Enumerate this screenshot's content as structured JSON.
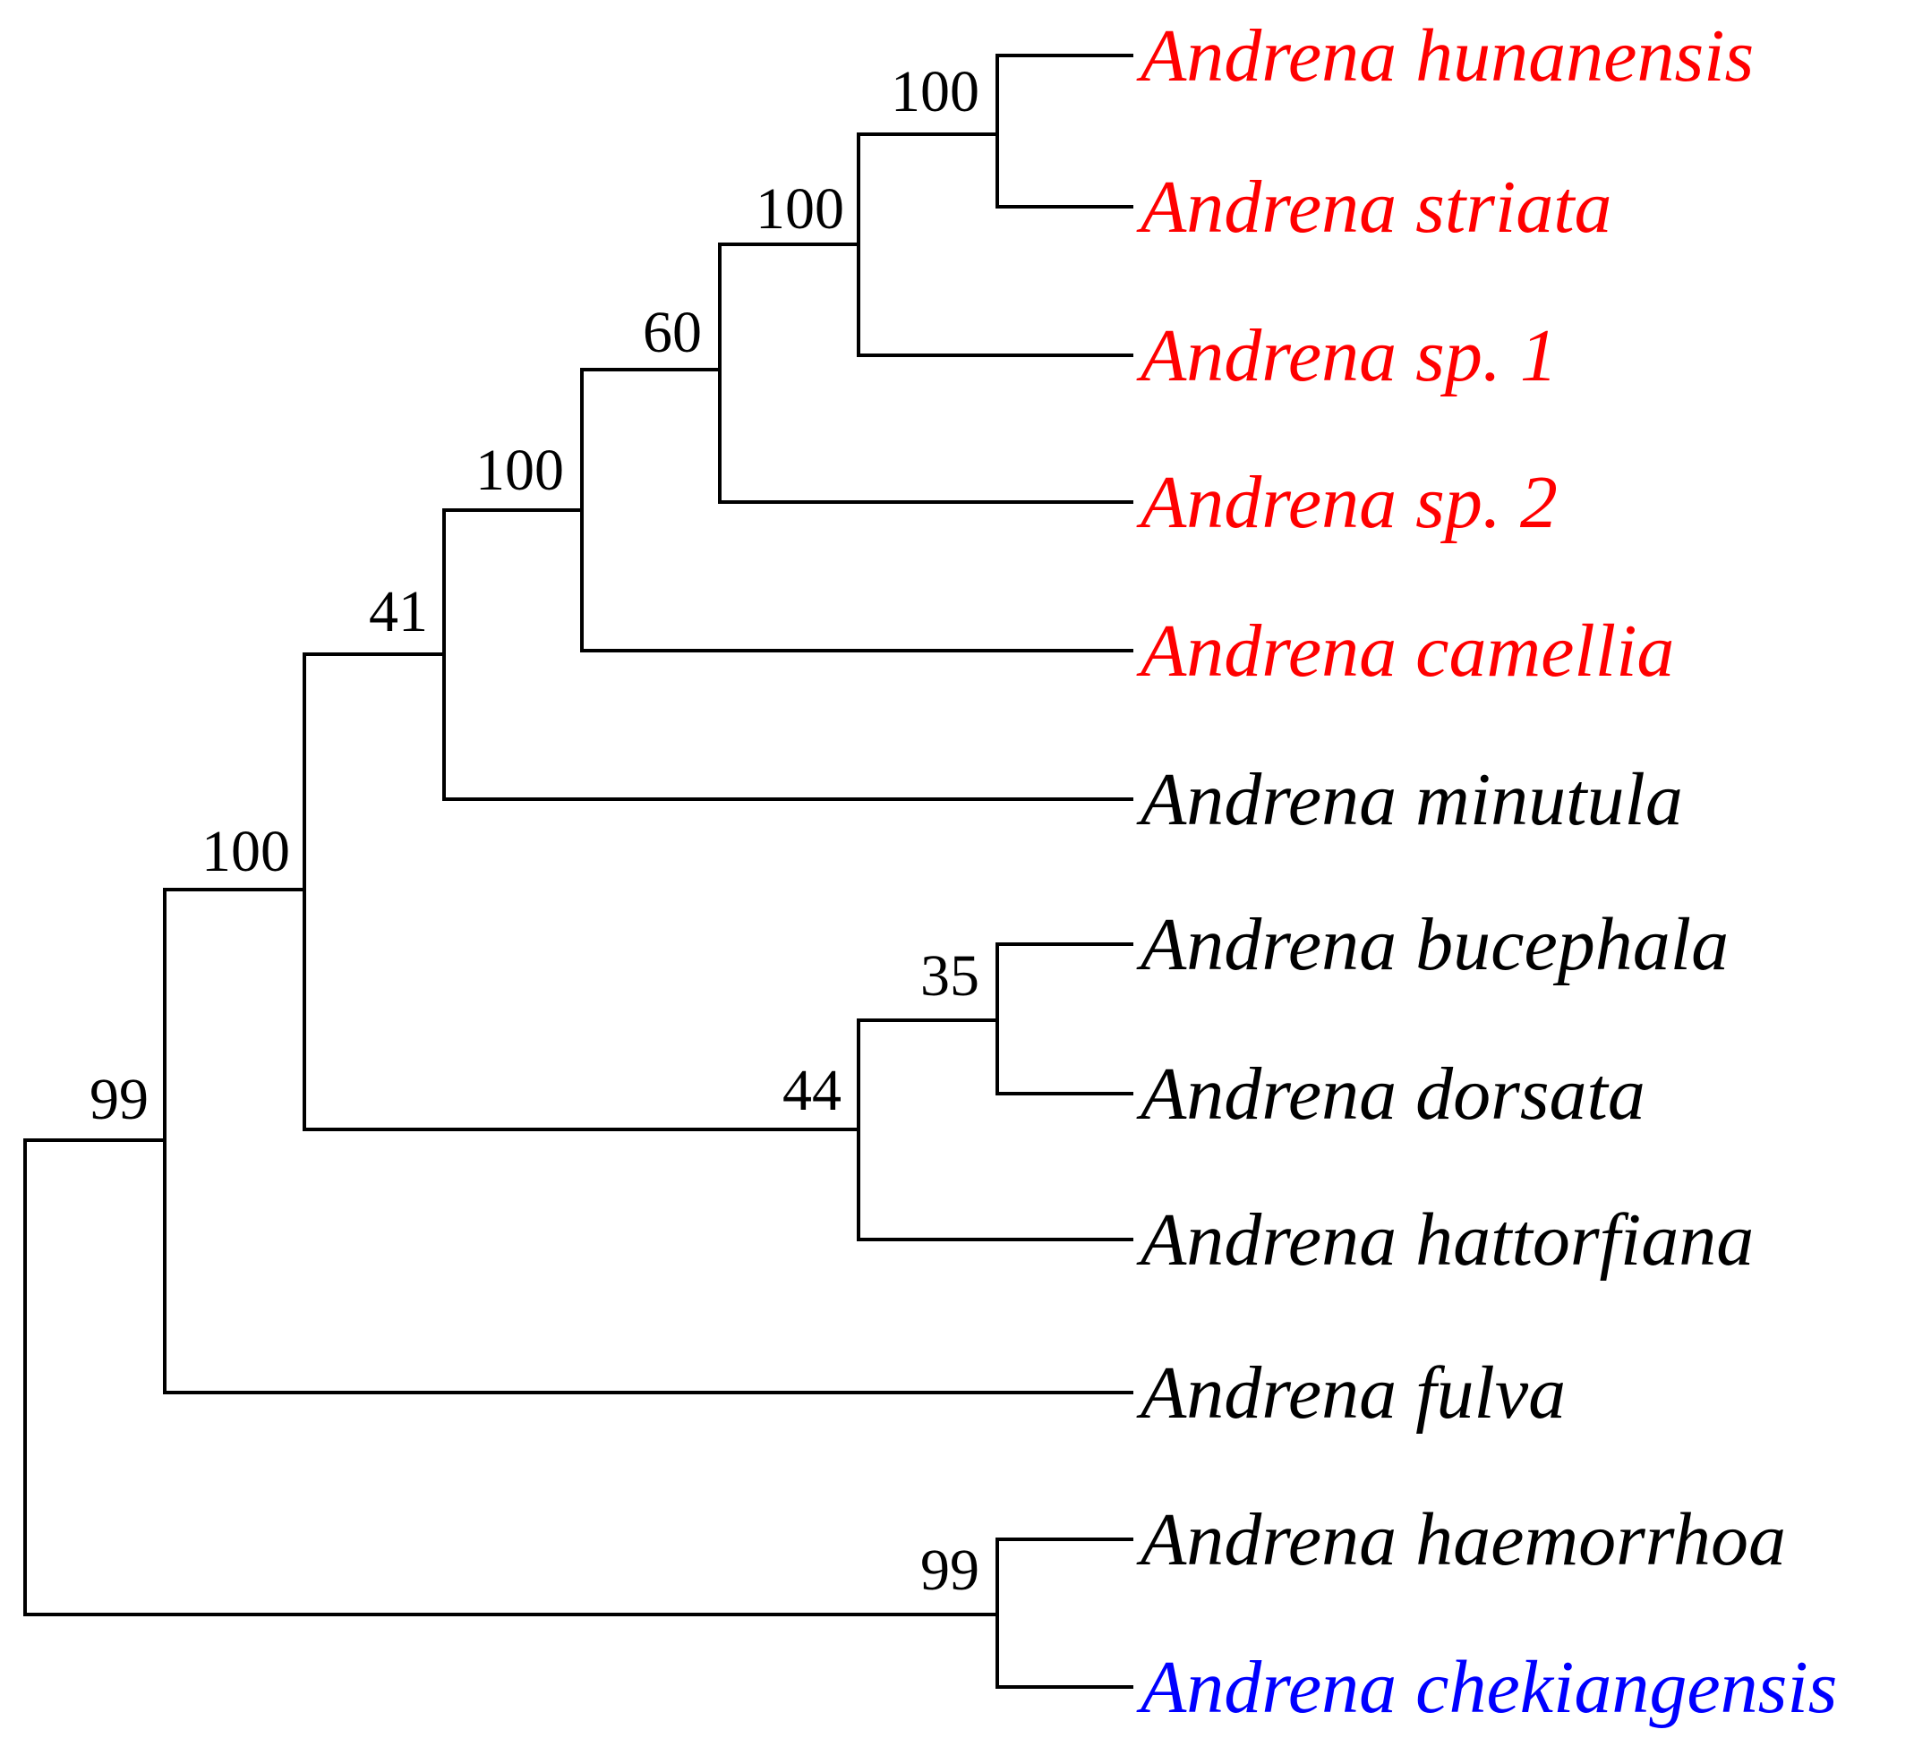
{
  "colors": {
    "branch": "#000000",
    "support": "#000000",
    "red_group": "#ff0000",
    "blue_group": "#0000ff",
    "default_taxon": "#000000"
  },
  "tree": {
    "taxa": [
      {
        "id": "hunanensis",
        "label": "Andrena hunanensis",
        "color": "red"
      },
      {
        "id": "striata",
        "label": "Andrena striata",
        "color": "red"
      },
      {
        "id": "sp1",
        "label": "Andrena sp. 1",
        "color": "red"
      },
      {
        "id": "sp2",
        "label": "Andrena sp. 2",
        "color": "red"
      },
      {
        "id": "camellia",
        "label": "Andrena camellia",
        "color": "red"
      },
      {
        "id": "minutula",
        "label": "Andrena minutula",
        "color": "black"
      },
      {
        "id": "bucephala",
        "label": "Andrena bucephala",
        "color": "black"
      },
      {
        "id": "dorsata",
        "label": "Andrena dorsata",
        "color": "black"
      },
      {
        "id": "hattorfiana",
        "label": "Andrena hattorfiana",
        "color": "black"
      },
      {
        "id": "fulva",
        "label": "Andrena fulva",
        "color": "black"
      },
      {
        "id": "haemorrhoa",
        "label": "Andrena haemorrhoa",
        "color": "black"
      },
      {
        "id": "chekiangensis",
        "label": "Andrena chekiangensis",
        "color": "blue"
      }
    ],
    "support_values": [
      {
        "clade": "hunanensis+striata",
        "value": "100"
      },
      {
        "clade": "hunanensis+striata+sp1",
        "value": "100"
      },
      {
        "clade": "hunanensis..sp2",
        "value": "60"
      },
      {
        "clade": "hunanensis..camellia",
        "value": "100"
      },
      {
        "clade": "hunanensis..minutula",
        "value": "41"
      },
      {
        "clade": "hunanensis..hattorfiana",
        "value": "100"
      },
      {
        "clade": "bucephala+dorsata",
        "value": "35"
      },
      {
        "clade": "bucephala+dorsata+hattorfiana",
        "value": "44"
      },
      {
        "clade": "hunanensis..fulva",
        "value": "99"
      },
      {
        "clade": "haemorrhoa+chekiangensis",
        "value": "99"
      }
    ]
  }
}
